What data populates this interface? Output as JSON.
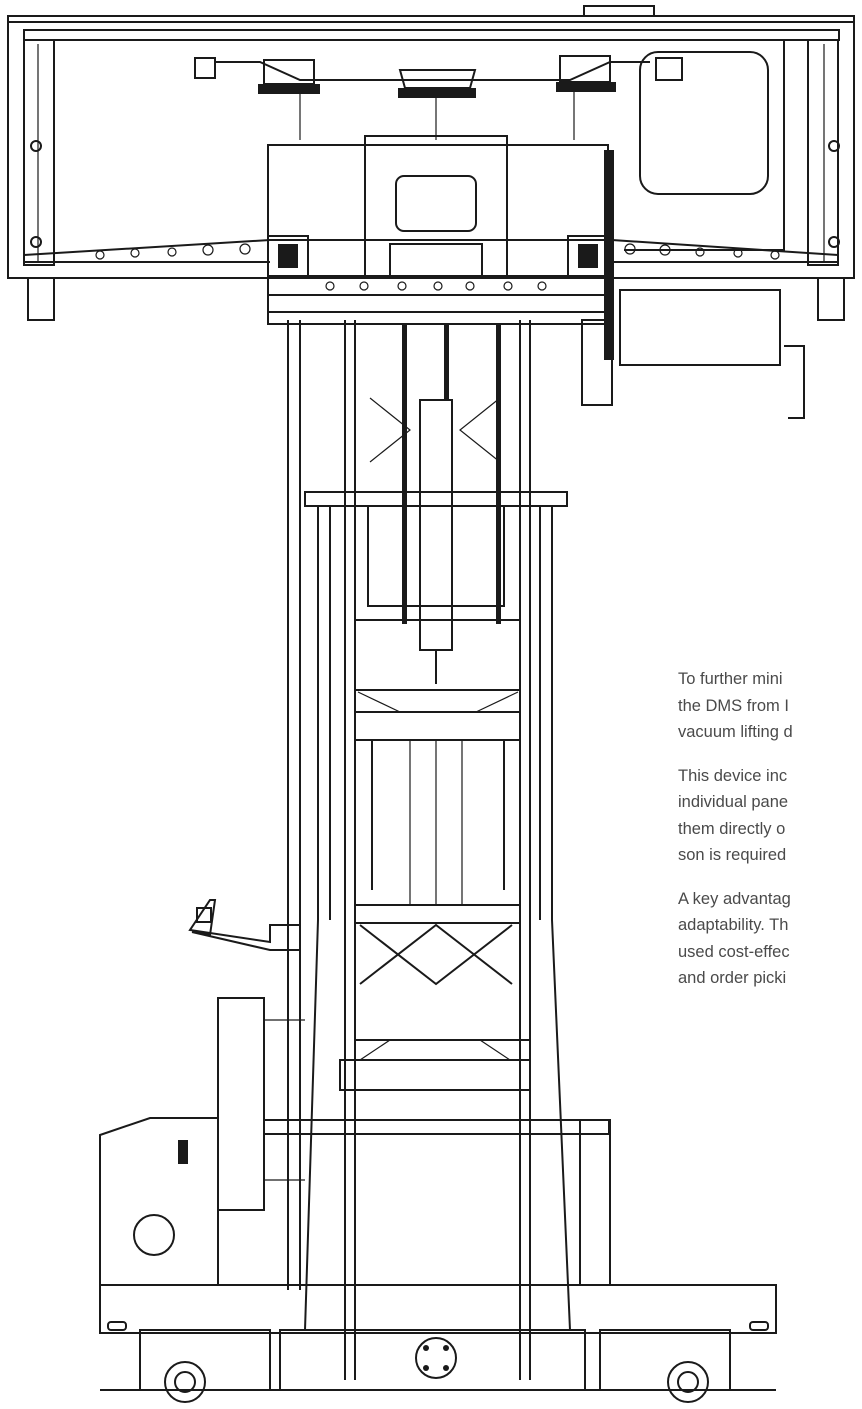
{
  "colors": {
    "line": "#1a1a1a",
    "text": "#4a4a4a",
    "background": "#ffffff"
  },
  "paragraphs": [
    {
      "lines": [
        "To further mini",
        "the DMS from I",
        "vacuum lifting d"
      ]
    },
    {
      "lines": [
        "This device inc",
        "individual pane",
        "them directly o",
        "son is required"
      ]
    },
    {
      "lines": [
        "A key advantag",
        "adaptability. Th",
        "used cost-effec",
        "and order picki"
      ]
    }
  ]
}
